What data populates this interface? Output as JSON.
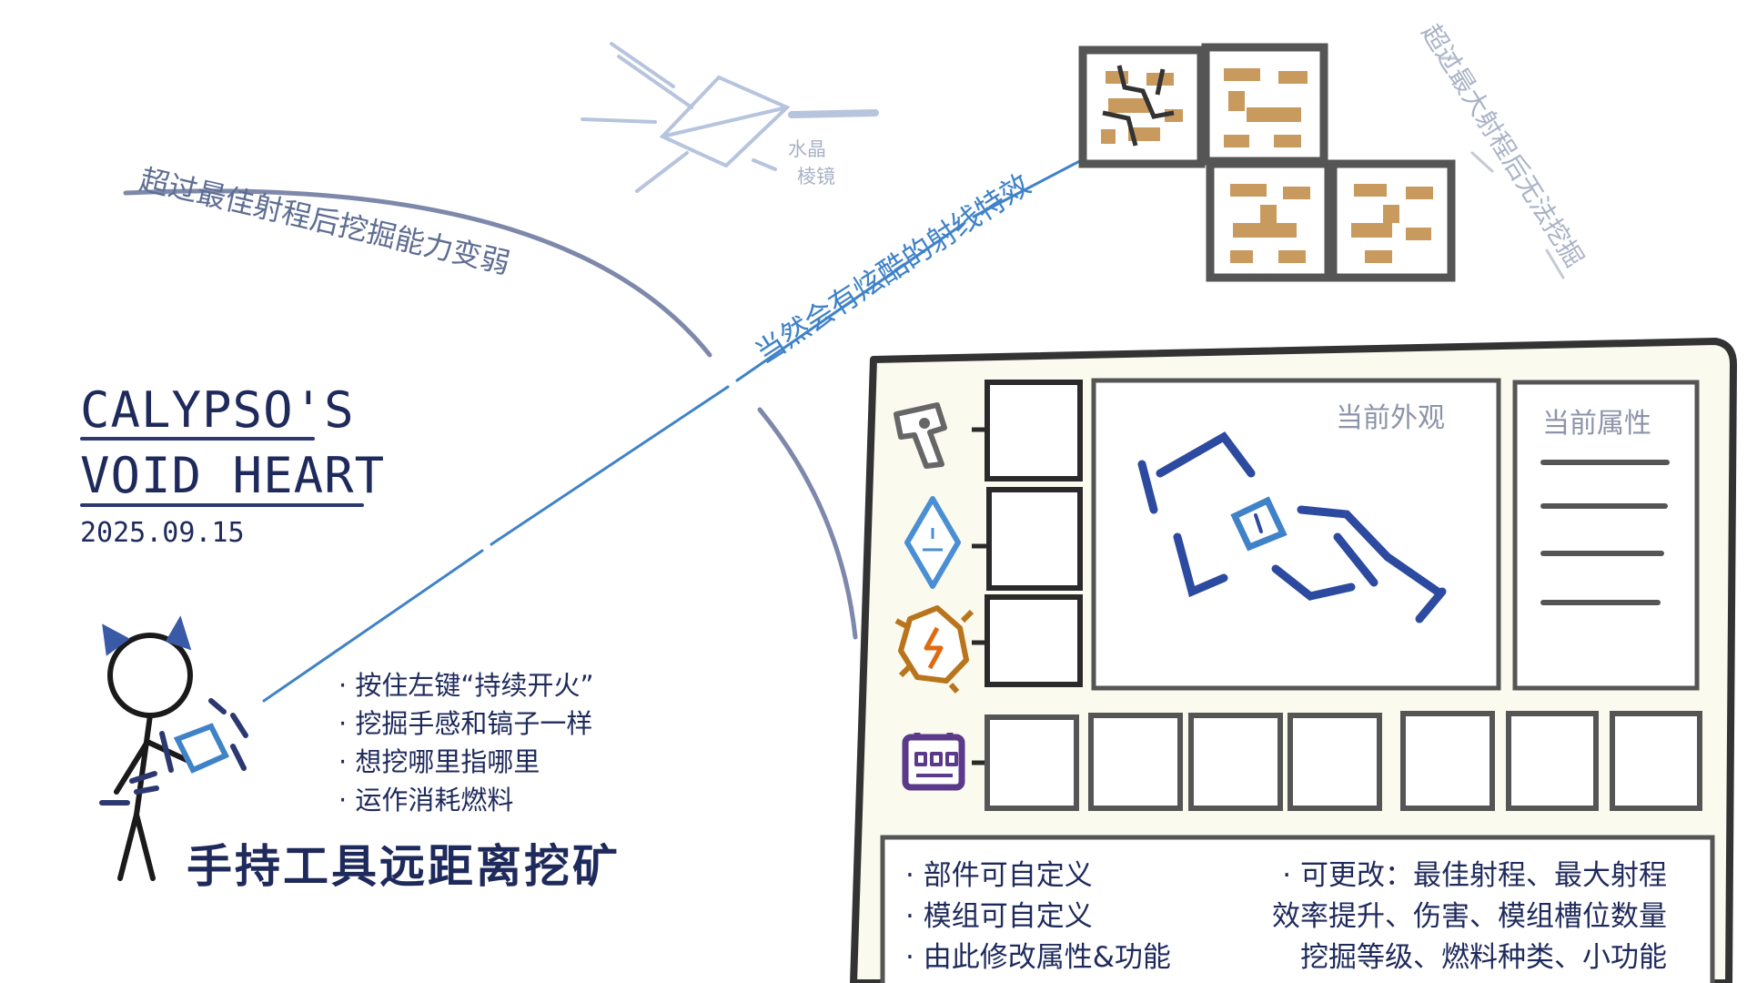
{
  "title": {
    "line1": "CALYPSO'S",
    "line2": "VOID HEART",
    "date": "2025.09.15"
  },
  "features": [
    "· 按住左键“持续开火”",
    "· 挖掘手感和镐子一样",
    "· 想挖哪里指哪里",
    "· 运作消耗燃料"
  ],
  "tagline": "手持工具远距离挖矿",
  "annotations": {
    "falloff": "超过最佳射程后挖掘能力变弱",
    "beam_effect": "当然会有炫酷的射线特效",
    "crystal_line1": "水晶",
    "crystal_line2": "棱镜",
    "max_range": "超过最大射程后无法挖掘"
  },
  "panel": {
    "appearance_label": "当前外观",
    "attributes_label": "当前属性",
    "part_icons": [
      "pistol-grip-icon",
      "crystal-prism-icon",
      "energy-core-icon",
      "module-chip-icon"
    ],
    "info_left": [
      "· 部件可自定义",
      "· 模组可自定义",
      "· 由此修改属性&功能"
    ],
    "info_right": [
      "· 可更改：最佳射程、最大射程",
      "效率提升、伤害、模组槽位数量",
      "挖掘等级、燃料种类、小功能"
    ]
  },
  "colors": {
    "ink": "#1f2a5c",
    "beam": "#3f82c8",
    "panel_bg": "#fbfaee",
    "ore": "#c89a5e",
    "crystal": "#4a8fd4",
    "core": "#b9741c",
    "chip": "#5b3a8c"
  }
}
